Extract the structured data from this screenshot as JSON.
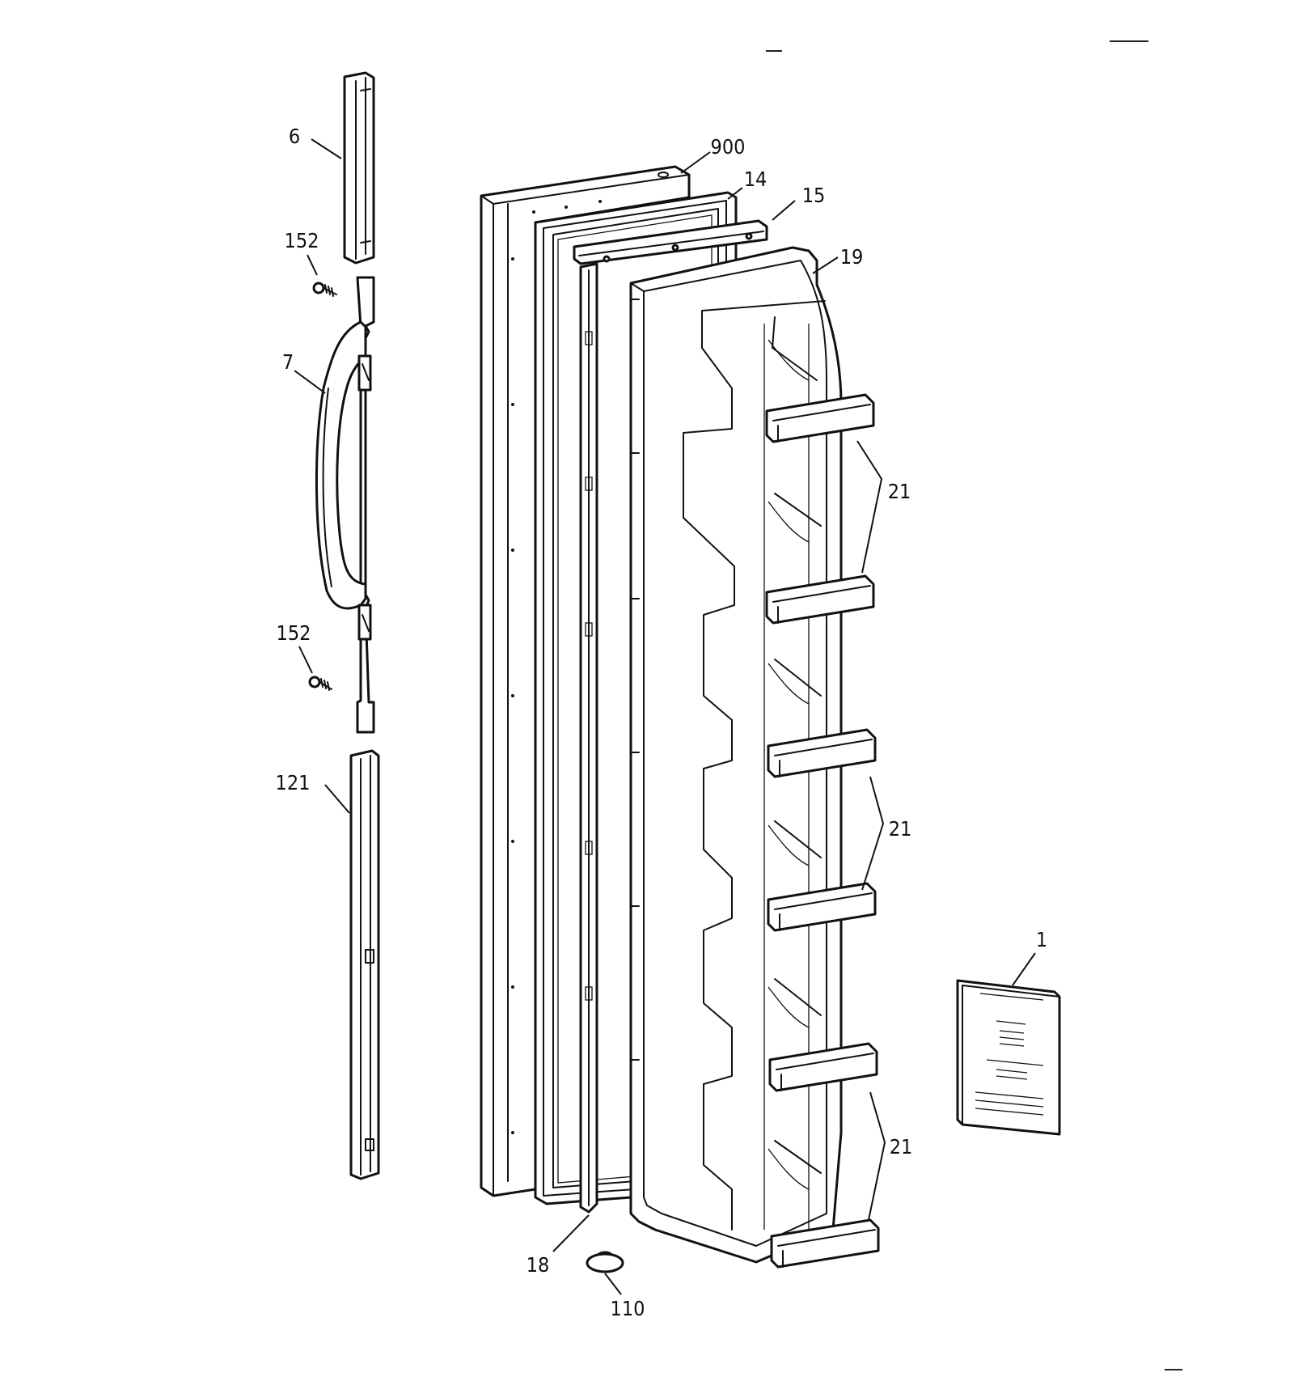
{
  "diagram": {
    "callouts": {
      "p1": "1",
      "p6": "6",
      "p7": "7",
      "p14": "14",
      "p15": "15",
      "p18": "18",
      "p19": "19",
      "p21a": "21",
      "p21b": "21",
      "p21c": "21",
      "p110": "110",
      "p121": "121",
      "p152a": "152",
      "p152b": "152",
      "p900": "900"
    }
  }
}
